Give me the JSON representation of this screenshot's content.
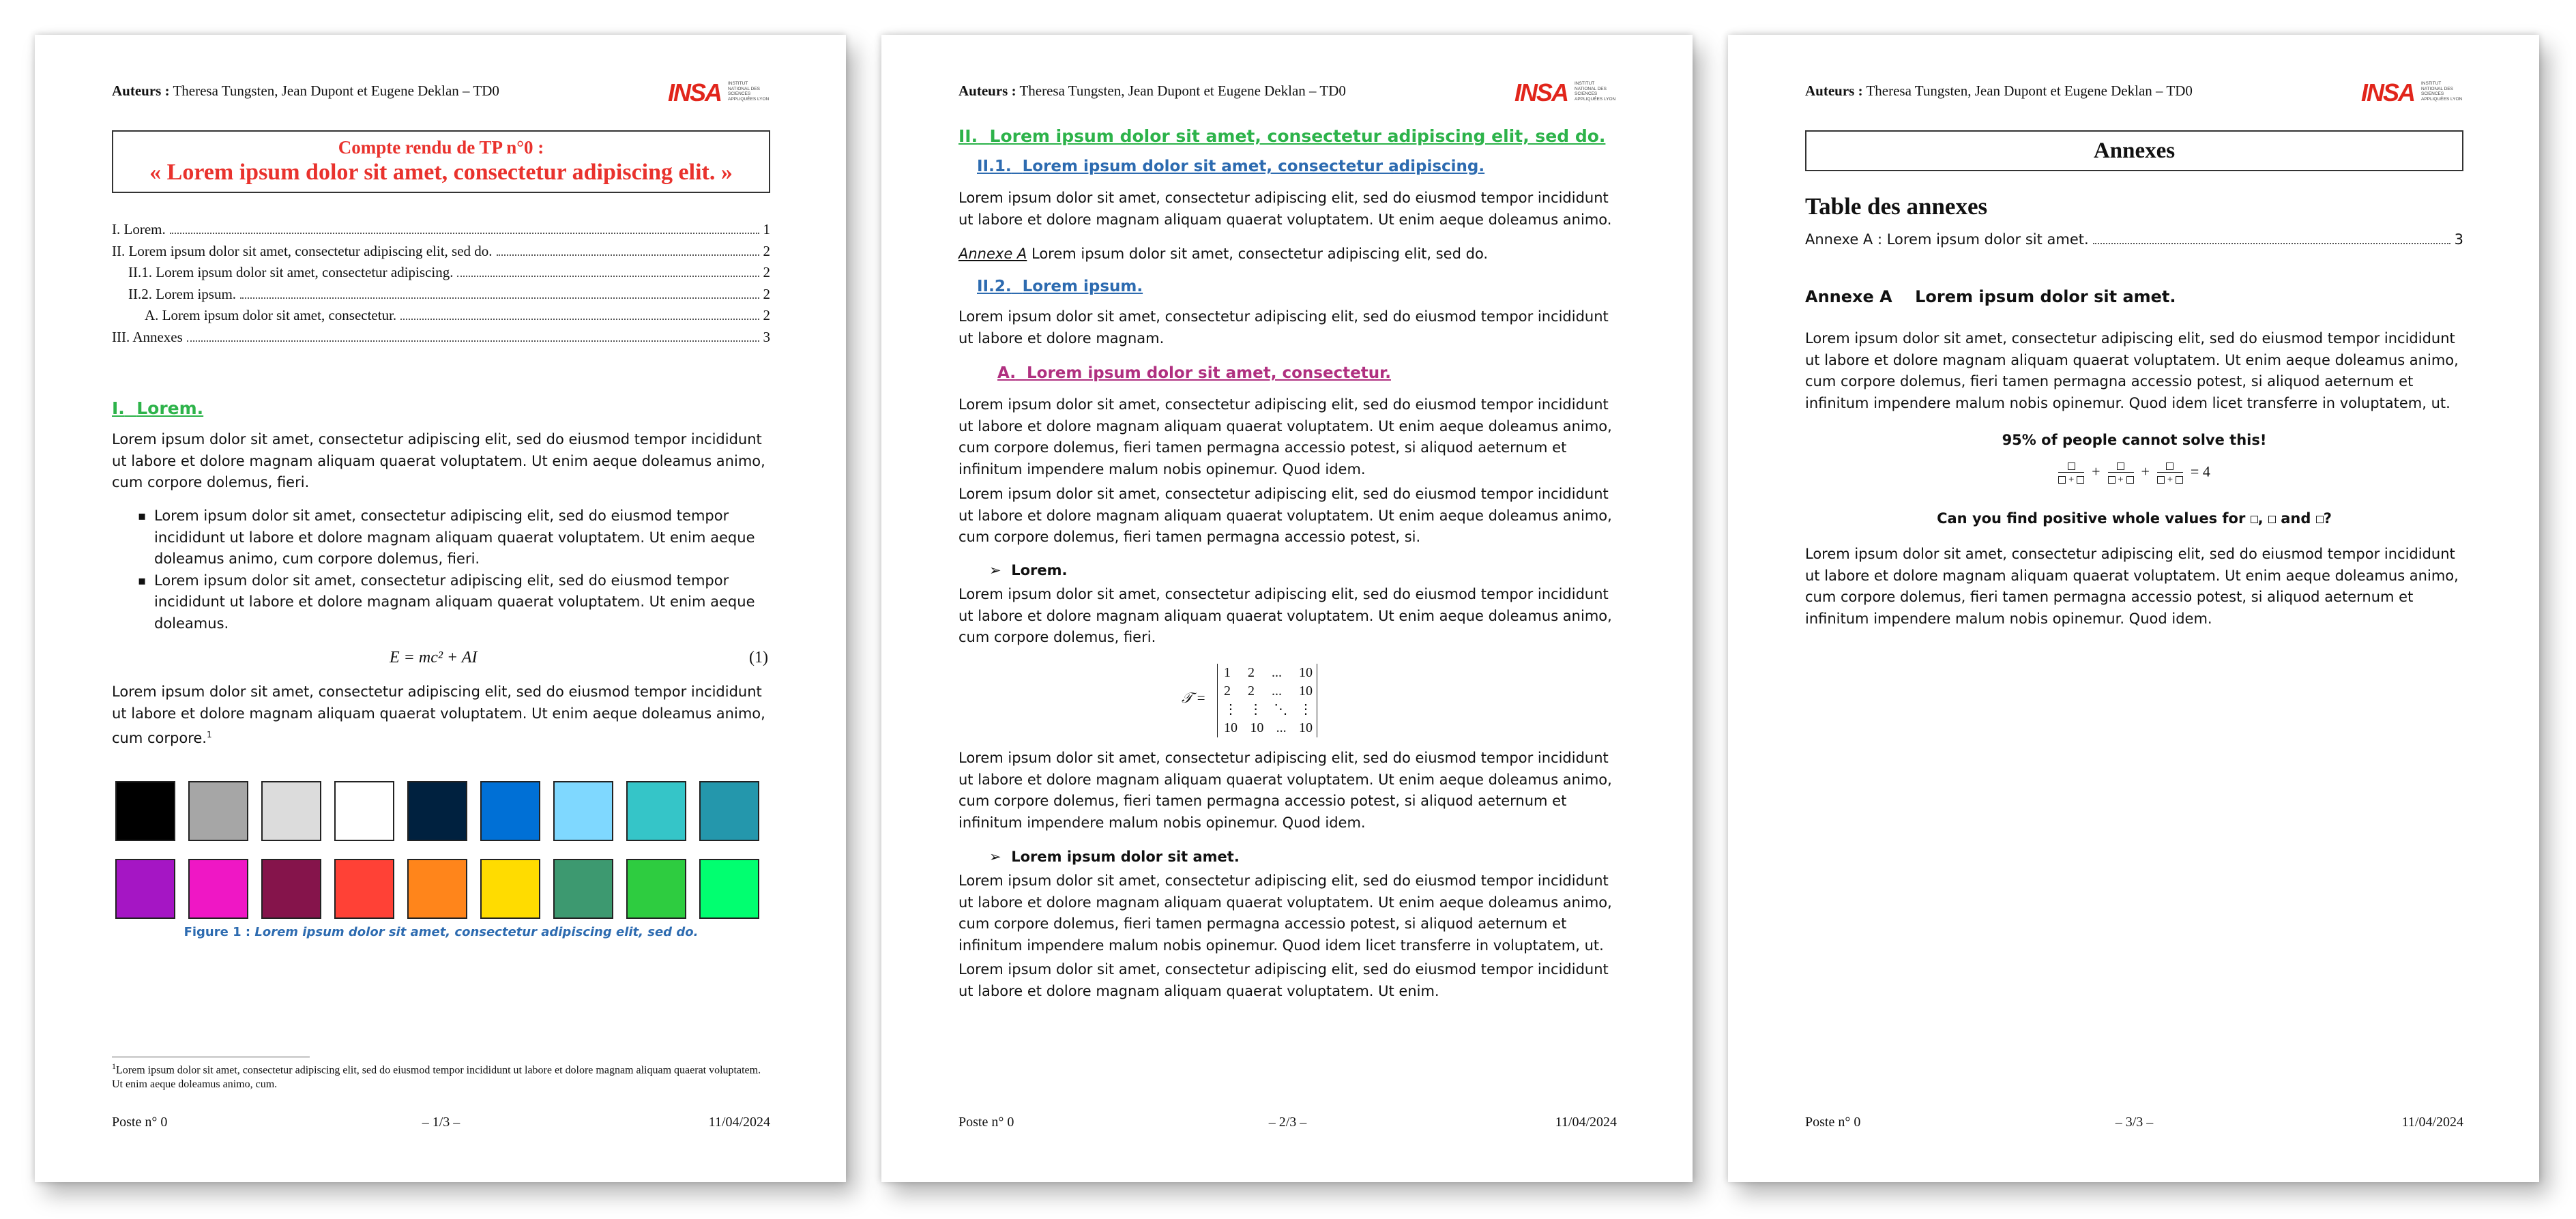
{
  "header": {
    "authors_label": "Auteurs :",
    "authors": "Theresa Tungsten, Jean Dupont et Eugene Deklan – TD0",
    "logo_text": "INSA",
    "logo_sub": "INSTITUT NATIONAL DES SCIENCES APPLIQUÉES LYON"
  },
  "footer": {
    "poste": "Poste n° 0",
    "date": "11/04/2024",
    "page1": "– 1/3 –",
    "page2": "– 2/3 –",
    "page3": "– 3/3 –"
  },
  "page1": {
    "title_line1": "Compte rendu de TP n°0 :",
    "title_line2": "« Lorem ipsum dolor sit amet, consectetur adipiscing elit. »",
    "toc": [
      {
        "label": "I. Lorem.",
        "page": "1"
      },
      {
        "label": "II. Lorem ipsum dolor sit amet, consectetur adipiscing elit, sed do.",
        "page": "2"
      },
      {
        "label": "II.1. Lorem ipsum dolor sit amet, consectetur adipiscing.",
        "page": "2"
      },
      {
        "label": "II.2. Lorem ipsum.",
        "page": "2"
      },
      {
        "label": "A. Lorem ipsum dolor sit amet, consectetur.",
        "page": "2"
      },
      {
        "label": "III. Annexes",
        "page": "3"
      }
    ],
    "section1_num": "I.",
    "section1_title": "Lorem.",
    "para1": "Lorem ipsum dolor sit amet, consectetur adipiscing elit, sed do eiusmod tempor incididunt ut labore et dolore magnam aliquam quaerat voluptatem. Ut enim aeque doleamus animo, cum corpore dolemus, fieri.",
    "bullet1": "Lorem ipsum dolor sit amet, consectetur adipiscing elit, sed do eiusmod tempor incididunt ut labore et dolore magnam aliquam quaerat voluptatem. Ut enim aeque doleamus animo, cum corpore dolemus, fieri.",
    "bullet2": "Lorem ipsum dolor sit amet, consectetur adipiscing elit, sed do eiusmod tempor incididunt ut labore et dolore magnam aliquam quaerat voluptatem. Ut enim aeque doleamus.",
    "equation": "E = mc² + AI",
    "equation_number": "(1)",
    "para2": "Lorem ipsum dolor sit amet, consectetur adipiscing elit, sed do eiusmod tempor incididunt ut labore et dolore magnam aliquam quaerat voluptatem. Ut enim aeque doleamus animo, cum corpore.",
    "footnote_mark": "1",
    "swatch_colors": [
      "#000000",
      "#a6a6a6",
      "#dcdcdc",
      "#ffffff",
      "#00213f",
      "#0070d6",
      "#7fd8ff",
      "#35c5c8",
      "#2497ac",
      "#a516c4",
      "#ef17c5",
      "#85144b",
      "#ff4136",
      "#ff851b",
      "#ffdc00",
      "#3d9970",
      "#2ecc40",
      "#01ff70"
    ],
    "figure_label": "Figure 1 :",
    "figure_caption": "Lorem ipsum dolor sit amet, consectetur adipiscing elit, sed do.",
    "footnote": "Lorem ipsum dolor sit amet, consectetur adipiscing elit, sed do eiusmod tempor incididunt ut labore et dolore magnam aliquam quaerat voluptatem. Ut enim aeque doleamus animo, cum."
  },
  "page2": {
    "section2_num": "II.",
    "section2_title": "Lorem ipsum dolor sit amet, consectetur adipiscing elit, sed do.",
    "sub1_num": "II.1.",
    "sub1_title": "Lorem ipsum dolor sit amet, consectetur adipiscing.",
    "para1": "Lorem ipsum dolor sit amet, consectetur adipiscing elit, sed do eiusmod tempor incididunt ut labore et dolore magnam aliquam quaerat voluptatem. Ut enim aeque doleamus animo.",
    "annex_ref": "Annexe A",
    "annex_ref_text": "Lorem ipsum dolor sit amet, consectetur adipiscing elit, sed do.",
    "sub2_num": "II.2.",
    "sub2_title": "Lorem ipsum.",
    "para2": "Lorem ipsum dolor sit amet, consectetur adipiscing elit, sed do eiusmod tempor incididunt ut labore et dolore magnam.",
    "subA_num": "A.",
    "subA_title": "Lorem ipsum dolor sit amet, consectetur.",
    "para3": "Lorem ipsum dolor sit amet, consectetur adipiscing elit, sed do eiusmod tempor incididunt ut labore et dolore magnam aliquam quaerat voluptatem. Ut enim aeque doleamus animo, cum corpore dolemus, fieri tamen permagna accessio potest, si aliquod aeternum et infinitum impendere malum nobis opinemur. Quod idem.",
    "para4": "Lorem ipsum dolor sit amet, consectetur adipiscing elit, sed do eiusmod tempor incididunt ut labore et dolore magnam aliquam quaerat voluptatem. Ut enim aeque doleamus animo, cum corpore dolemus, fieri tamen permagna accessio potest, si.",
    "item1_title": "Lorem.",
    "para5": "Lorem ipsum dolor sit amet, consectetur adipiscing elit, sed do eiusmod tempor incididunt ut labore et dolore magnam aliquam quaerat voluptatem. Ut enim aeque doleamus animo, cum corpore dolemus, fieri.",
    "matrix_symbol": "𝒯 =",
    "matrix_rows": [
      [
        "1",
        "2",
        "...",
        "10"
      ],
      [
        "2",
        "2",
        "...",
        "10"
      ],
      [
        "⋮",
        "⋮",
        "⋱",
        "⋮"
      ],
      [
        "10",
        "10",
        "...",
        "10"
      ]
    ],
    "para6": "Lorem ipsum dolor sit amet, consectetur adipiscing elit, sed do eiusmod tempor incididunt ut labore et dolore magnam aliquam quaerat voluptatem. Ut enim aeque doleamus animo, cum corpore dolemus, fieri tamen permagna accessio potest, si aliquod aeternum et infinitum impendere malum nobis opinemur. Quod idem.",
    "item2_title": "Lorem ipsum dolor sit amet.",
    "para7": "Lorem ipsum dolor sit amet, consectetur adipiscing elit, sed do eiusmod tempor incididunt ut labore et dolore magnam aliquam quaerat voluptatem. Ut enim aeque doleamus animo, cum corpore dolemus, fieri tamen permagna accessio potest, si aliquod aeternum et infinitum impendere malum nobis opinemur. Quod idem licet transferre in voluptatem, ut.",
    "para8": "Lorem ipsum dolor sit amet, consectetur adipiscing elit, sed do eiusmod tempor incididunt ut labore et dolore magnam aliquam quaerat voluptatem. Ut enim."
  },
  "page3": {
    "annexes_title": "Annexes",
    "table_title": "Table des annexes",
    "annex_toc_label": "Annexe A : Lorem ipsum dolor sit amet.",
    "annex_toc_page": "3",
    "annex_heading_num": "Annexe A",
    "annex_heading_title": "Lorem ipsum dolor sit amet.",
    "para1": "Lorem ipsum dolor sit amet, consectetur adipiscing elit, sed do eiusmod tempor incididunt ut labore et dolore magnam aliquam quaerat voluptatem. Ut enim aeque doleamus animo, cum corpore dolemus, fieri tamen permagna accessio potest, si aliquod aeternum et infinitum impendere malum nobis opinemur. Quod idem licet transferre in voluptatem, ut.",
    "puzzle_title": "95% of people cannot solve this!",
    "puzzle_rhs": "= 4",
    "puzzle_question_start": "Can you find positive whole values for",
    "puzzle_question_and": "and",
    "puzzle_question_end": "?",
    "para2": "Lorem ipsum dolor sit amet, consectetur adipiscing elit, sed do eiusmod tempor incididunt ut labore et dolore magnam aliquam quaerat voluptatem. Ut enim aeque doleamus animo, cum corpore dolemus, fieri tamen permagna accessio potest, si aliquod aeternum et infinitum impendere malum nobis opinemur. Quod idem."
  }
}
